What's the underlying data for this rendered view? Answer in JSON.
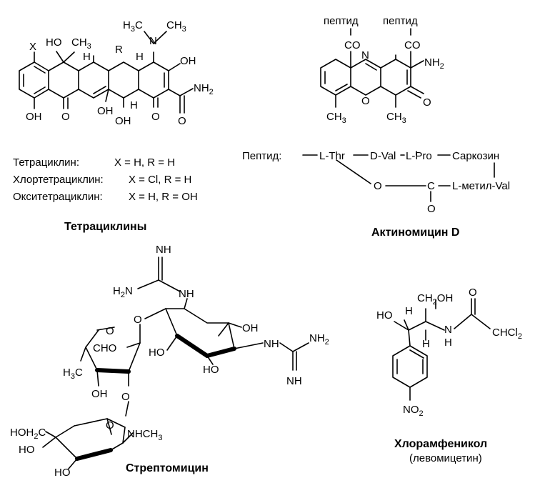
{
  "tetracycline": {
    "labels": {
      "x": "X",
      "ho": "HO",
      "ch3": "CH",
      "h3c_top": "H",
      "n": "N",
      "ch3_top": "CH",
      "r": "R",
      "h1": "H",
      "h2": "H",
      "oh_right": "OH",
      "nh2": "NH",
      "oh_bottom_left": "OH",
      "o1": "O",
      "oh_mid": "OH",
      "oh_mid2": "OH",
      "h_low": "H",
      "o2": "O",
      "o3": "O"
    },
    "table": [
      {
        "name": "Тетрациклин:",
        "value": "X = H,  R = H"
      },
      {
        "name": "Хлортетрациклин:",
        "value": "X = Cl,  R = H"
      },
      {
        "name": "Окситетрациклин:",
        "value": "X = H,  R = OH"
      }
    ],
    "caption": "Тетрациклины"
  },
  "actinomycin": {
    "labels": {
      "peptide1": "пептид",
      "peptide2": "пептид",
      "co1": "CO",
      "co2": "CO",
      "n": "N",
      "o": "O",
      "nh2": "NH",
      "o_ring": "O",
      "ch3_1": "CH",
      "ch3_2": "CH"
    },
    "peptide_chain": {
      "prefix": "Пептид:",
      "thr": "L-Thr",
      "val": "D-Val",
      "pro": "L-Pro",
      "sar": "Саркозин",
      "o": "O",
      "c": "C",
      "metval": "L-метил-Val",
      "o2": "O"
    },
    "caption": "Актиномицин D"
  },
  "streptomycin": {
    "labels": {
      "nh_top": "NH",
      "h2n": "H",
      "nh": "NH",
      "o1": "O",
      "oh1": "OH",
      "o_fur": "O",
      "cho": "CHO",
      "h3c": "H",
      "oh2": "OH",
      "nh_right": "NH",
      "nh2_right": "NH",
      "nh_bottom": "NH",
      "oh3": "OH",
      "o2": "O",
      "hoh2c": "HOH",
      "nhch3": "NHCH",
      "ho1": "HO",
      "ho2": "HO",
      "ring_o": "O"
    },
    "caption": "Стрептомицин"
  },
  "chloramphenicol": {
    "labels": {
      "ch2oh": "CH",
      "ho": "HO",
      "h1": "H",
      "n": "N",
      "h2": "H",
      "h_nh": "H",
      "o": "O",
      "chcl2": "CHCl",
      "no2": "NO"
    },
    "caption": "Хлорамфеникол",
    "subcaption": "(левомицетин)"
  }
}
